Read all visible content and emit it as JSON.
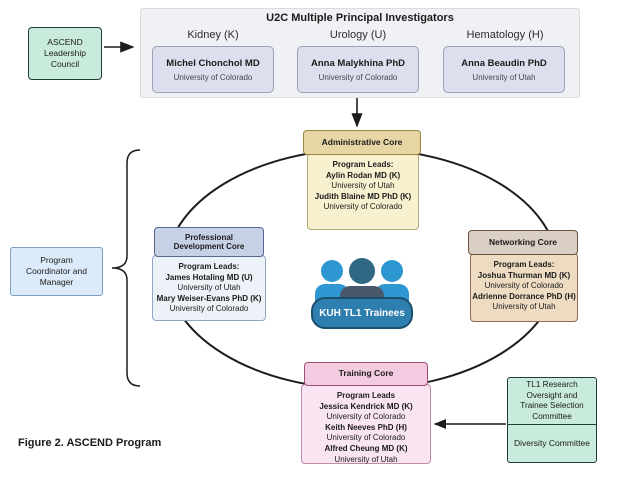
{
  "figure_caption": "Figure 2. ASCEND Program",
  "leadership_council": {
    "lines": [
      "ASCEND",
      "Leadership",
      "Council"
    ]
  },
  "coordinator_box": {
    "lines": [
      "Program",
      "Coordinator and",
      "Manager"
    ]
  },
  "mpi_panel": {
    "title": "U2C Multiple Principal Investigators",
    "columns": [
      {
        "discipline": "Kidney (K)",
        "name": "Michel Chonchol MD",
        "affiliation": "University of Colorado"
      },
      {
        "discipline": "Urology (U)",
        "name": "Anna Malykhina PhD",
        "affiliation": "University of Colorado"
      },
      {
        "discipline": "Hematology (H)",
        "name": "Anna Beaudin PhD",
        "affiliation": "University of Utah"
      }
    ]
  },
  "cores": {
    "administrative": {
      "title": "Administrative Core",
      "lines": [
        "Program Leads:",
        "Aylin Rodan MD (K)",
        "University of Utah",
        "Judith Blaine MD PhD (K)",
        "University of Colorado"
      ]
    },
    "professional_development": {
      "title": "Professional Development Core",
      "lines": [
        "Program Leads:",
        "James Hotaling MD (U)",
        "University of Utah",
        "Mary Weiser-Evans PhD (K)",
        "University of Colorado"
      ]
    },
    "networking": {
      "title": "Networking Core",
      "lines": [
        "Program Leads:",
        "Joshua Thurman MD (K)",
        "University of Colorado",
        "Adrienne Dorrance PhD (H)",
        "University of Utah"
      ]
    },
    "training": {
      "title": "Training Core",
      "lines": [
        "Program Leads",
        "Jessica Kendrick MD (K)",
        "University of Colorado",
        "Keith Neeves PhD (H)",
        "University of Colorado",
        "Alfred Cheung MD (K)",
        "University of Utah"
      ]
    }
  },
  "trainees_badge": {
    "label": "KUH TL1 Trainees"
  },
  "committees": [
    {
      "lines": [
        "TL1 Research",
        "Oversight and",
        "Trainee Selection",
        "Committee"
      ]
    },
    {
      "lines": [
        "Diversity Committee"
      ]
    }
  ],
  "colors": {
    "panel-bg": "#eff1f4",
    "panel-bd": "#d8dbdf",
    "mpi-box-bg": "#dce0ee",
    "mpi-box-bd": "#9ba2b6",
    "green-box-bg": "#c9ebdc",
    "green-box-bd": "#223c3a",
    "blue-box-bg": "#dcebf9",
    "blue-box-bd": "#7fa1c2",
    "admin-h-bg": "#e7d6a4",
    "admin-h-bd": "#9b8444",
    "admin-b-bg": "#f7f1cf",
    "admin-b-bd": "#b4a873",
    "pd-h-bg": "#c7d1e6",
    "pd-h-bd": "#55678f",
    "pd-b-bg": "#edf1f8",
    "pd-b-bd": "#93a4c4",
    "net-h-bg": "#d9cfc4",
    "net-h-bd": "#6e5138",
    "net-b-bg": "#eddcc2",
    "net-b-bd": "#8f6e4b",
    "train-h-bg": "#f3cbe1",
    "train-h-bd": "#9c4f79",
    "train-b-bg": "#f9e5f1",
    "train-b-bd": "#c489ab",
    "badge-bg": "#2e7fb0",
    "badge-bd": "#1a4f6e",
    "person-side": "#2e97d1",
    "person-center-head": "#2f6883",
    "person-center-torso": "#47586b"
  }
}
